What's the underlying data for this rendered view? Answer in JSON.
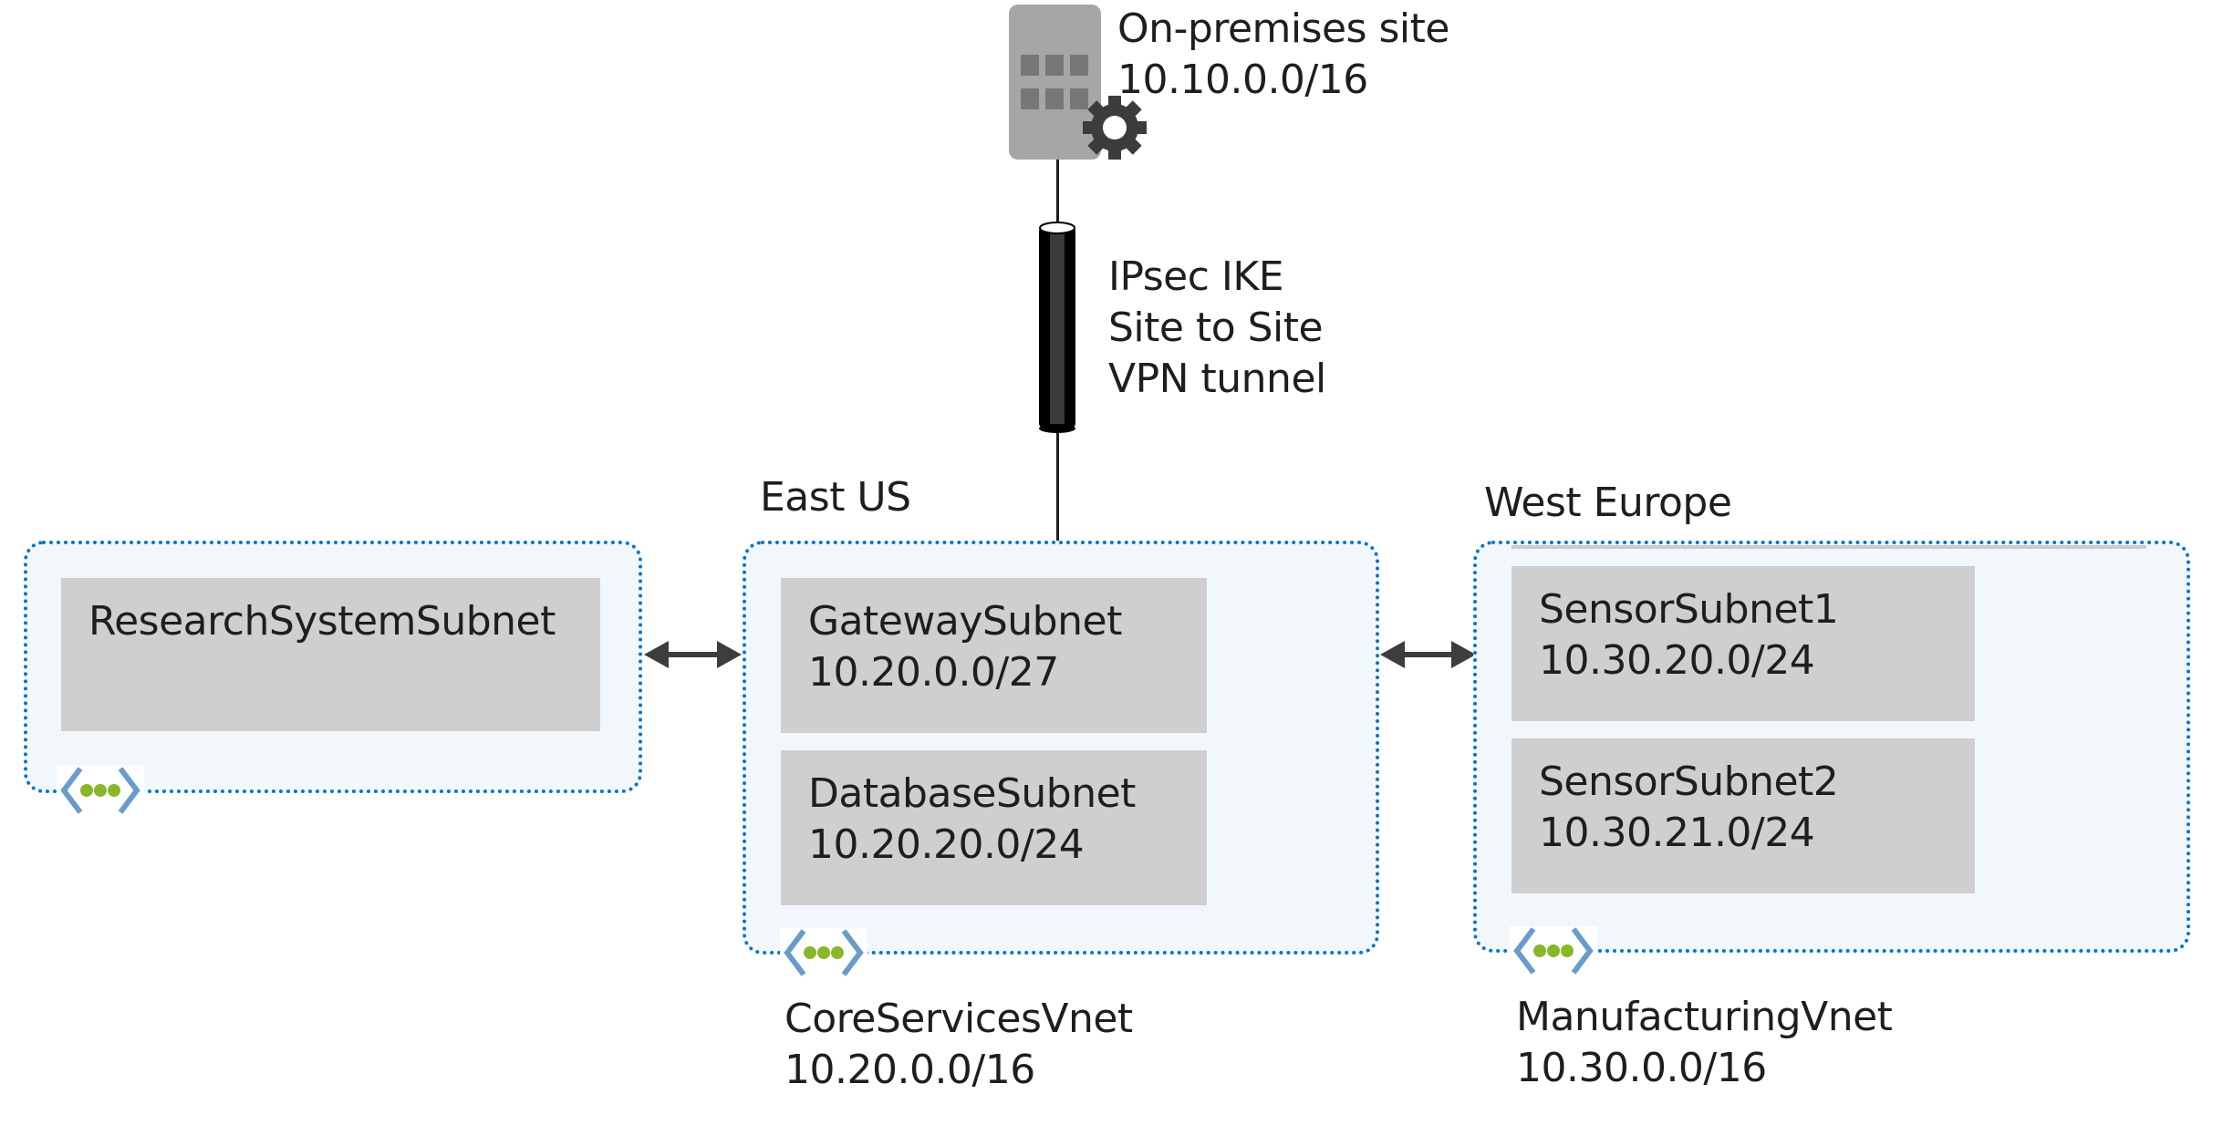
{
  "diagram": {
    "onprem": {
      "name": "On-premises site",
      "cidr": "10.10.0.0/16",
      "icon": "server-gear-icon"
    },
    "tunnel": {
      "line1": "IPsec IKE",
      "line2": "Site to Site",
      "line3": "VPN tunnel",
      "icon": "vpn-tunnel-pipe-icon"
    },
    "regions": {
      "east": "East US",
      "west": "West Europe"
    },
    "vnets": [
      {
        "name": "",
        "cidr": "",
        "subnets": [
          {
            "name": "ResearchSystemSubnet",
            "cidr": ""
          }
        ]
      },
      {
        "name": "CoreServicesVnet",
        "cidr": "10.20.0.0/16",
        "subnets": [
          {
            "name": "GatewaySubnet",
            "cidr": "10.20.0.0/27"
          },
          {
            "name": "DatabaseSubnet",
            "cidr": "10.20.20.0/24"
          }
        ]
      },
      {
        "name": "ManufacturingVnet",
        "cidr": "10.30.0.0/16",
        "subnets": [
          {
            "name": "SensorSubnet1",
            "cidr": "10.30.20.0/24"
          },
          {
            "name": "SensorSubnet2",
            "cidr": "10.30.21.0/24"
          }
        ]
      }
    ],
    "connections": [
      {
        "from": "ResearchSystemSubnet vnet",
        "to": "CoreServicesVnet",
        "type": "peering",
        "icon": "double-arrow-icon"
      },
      {
        "from": "CoreServicesVnet",
        "to": "ManufacturingVnet",
        "type": "peering",
        "icon": "double-arrow-icon"
      },
      {
        "from": "On-premises site",
        "to": "CoreServicesVnet",
        "type": "vpn"
      }
    ],
    "colors": {
      "vnet_border": "#0a74c8",
      "vnet_fill": "#f2f7fc",
      "subnet_fill": "#cfcfcf",
      "icon_chevron": "#6a9ccb",
      "icon_dots": "#8ab629",
      "arrow": "#3c3c41",
      "server": "#a6a6a6"
    }
  }
}
